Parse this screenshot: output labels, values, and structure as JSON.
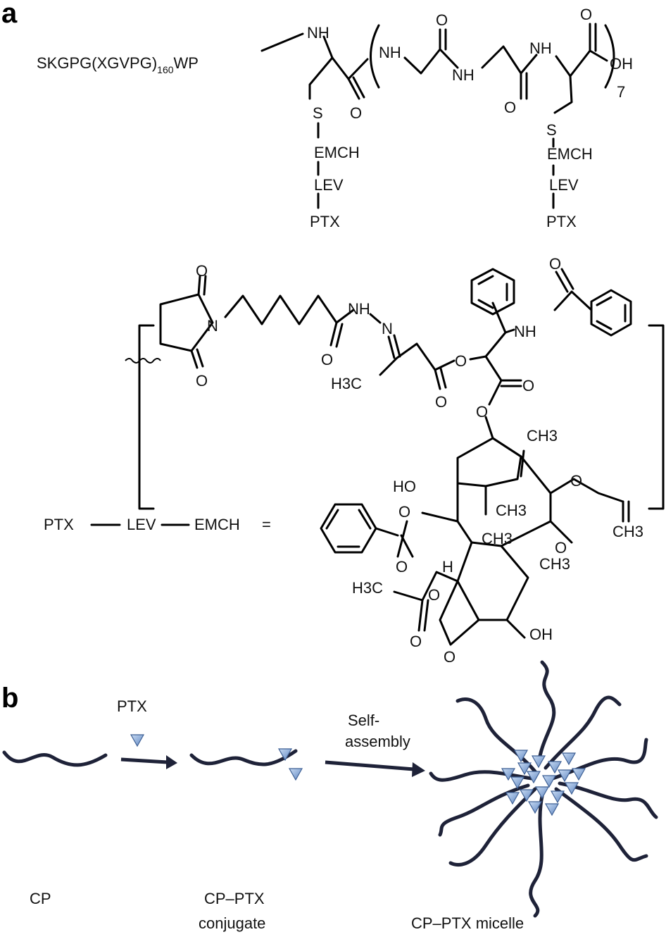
{
  "panel_a": {
    "letter": "a",
    "polymer_prefix": "SKGPG(XGVPG)",
    "polymer_subscript": "160",
    "polymer_suffix": "WP",
    "repeat_subscript": "7",
    "atoms": {
      "nh": "NH",
      "o": "O",
      "oh": "OH",
      "s": "S",
      "n": "N",
      "h": "H",
      "ho": "HO",
      "ch3": "CH3",
      "h3c": "H3C",
      "emch": "EMCH",
      "lev": "LEV",
      "ptx": "PTX"
    },
    "definition_left": "PTX",
    "definition_mid": "LEV",
    "definition_right": "EMCH",
    "equals": "="
  },
  "panel_b": {
    "letter": "b",
    "ptx_label": "PTX",
    "self_assembly_line1": "Self-",
    "self_assembly_line2": "assembly",
    "cp_caption": "CP",
    "conjugate_caption_line1": "CP–PTX",
    "conjugate_caption_line2": "conjugate",
    "micelle_caption": "CP–PTX micelle"
  },
  "colors": {
    "chain": "#1e2238",
    "triangle_fill": "#8fb0dc",
    "triangle_edge": "#3d5f94"
  }
}
